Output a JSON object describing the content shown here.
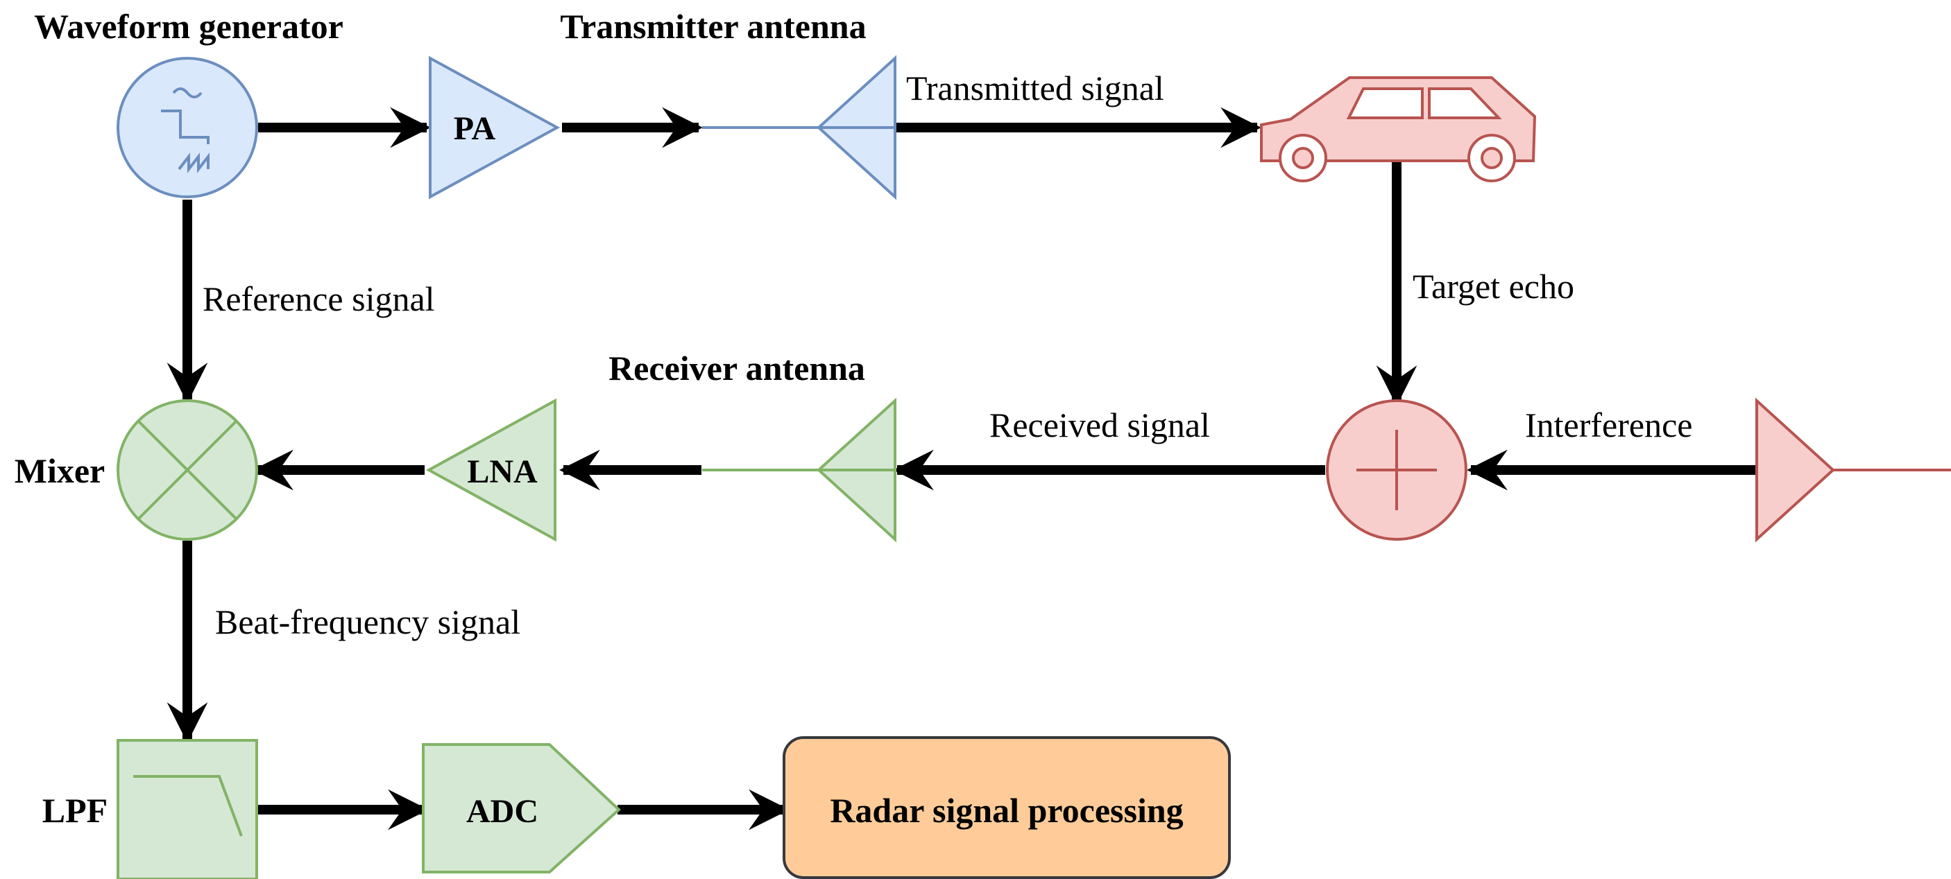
{
  "labels": {
    "waveform_generator": "Waveform generator",
    "transmitter_antenna": "Transmitter antenna",
    "transmitted_signal": "Transmitted signal",
    "reference_signal": "Reference signal",
    "target_echo": "Target echo",
    "receiver_antenna": "Receiver antenna",
    "received_signal": "Received signal",
    "interference": "Interference",
    "mixer": "Mixer",
    "beat_frequency_signal": "Beat-frequency signal",
    "lpf": "LPF"
  },
  "blocks": {
    "pa": "PA",
    "lna": "LNA",
    "adc": "ADC",
    "radar_signal_processing": "Radar signal processing"
  },
  "colors": {
    "blue_fill": "#dae8fc",
    "blue_stroke": "#6c8ebf",
    "green_fill": "#d5e8d4",
    "green_stroke": "#82b366",
    "red_fill": "#f8cecc",
    "red_stroke": "#b85450",
    "orange_fill": "#ffcc99",
    "orange_stroke": "#36393d",
    "arrow": "#000000"
  }
}
